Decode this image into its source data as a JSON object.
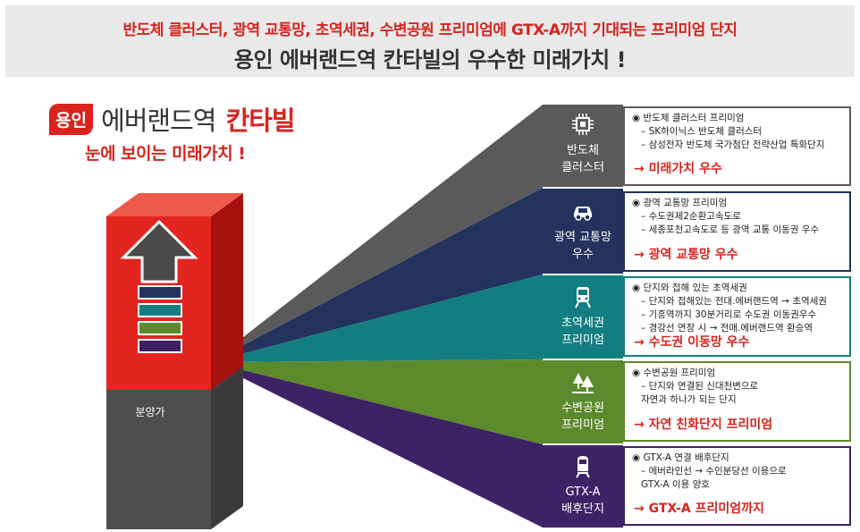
{
  "banner": {
    "line1": "반도체 클러스터, 광역 교통망, 초역세권, 수변공원 프리미엄에 GTX-A까지 기대되는 프리미엄 단지",
    "line2": "용인 에버랜드역 칸타빌의 우수한 미래가치 !"
  },
  "title": {
    "region": "용인",
    "name": "에버랜드역",
    "brand": "칸타빌",
    "subtitle": "눈에 보이는 미래가치 !"
  },
  "price_label": "분양가",
  "colors": {
    "accent_red": "#d9231d",
    "semiconductor": "#5a5a5a",
    "transport": "#23335e",
    "station": "#137e80",
    "park": "#5b8a2c",
    "gtx": "#3e2266"
  },
  "panels": [
    {
      "icon": "chip-icon",
      "label": "반도체\n클러스터",
      "head": "반도체 클러스터 프리미엄",
      "subs": [
        "SK하이닉스 반도체 클러스터",
        "삼성전자 반도체 국가첨단 전략산업 특화단지"
      ],
      "result": "→ 미래가치 우수"
    },
    {
      "icon": "car-icon",
      "label": "광역 교통망\n우수",
      "head": "광역 교통망 프리미엄",
      "subs": [
        "수도권제2순환고속도로",
        "세종포천고속도로 등 광역 교통 이동권 우수"
      ],
      "result": "→ 광역 교통망 우수"
    },
    {
      "icon": "train-icon",
      "label": "초역세권\n프리미엄",
      "head": "단지와 접해 있는 초역세권",
      "subs": [
        "단지와 접해있는 전대.에버랜드역 → 초역세권",
        "기흥역까지 30분거리로 수도권 이동권우수",
        "경강선 연장 시 → 전매.에버랜드역 환승역"
      ],
      "result": "→ 수도권 이동망 우수"
    },
    {
      "icon": "tree-icon",
      "label": "수변공원\n프리미엄",
      "head": "수변공원 프리미엄",
      "subs": [
        "단지와 연결된 신대천변으로\n자연과 하나가 되는 단지"
      ],
      "result": "→ 자연 친화단지 프리미엄"
    },
    {
      "icon": "gtx-train-icon",
      "label": "GTX-A\n배후단지",
      "head": "GTX-A 연결 배후단지",
      "subs": [
        "에버라인선 → 수인분당선 이용으로\nGTX-A 이용 양호"
      ],
      "result": "→ GTX-A 프리미엄까지"
    }
  ]
}
